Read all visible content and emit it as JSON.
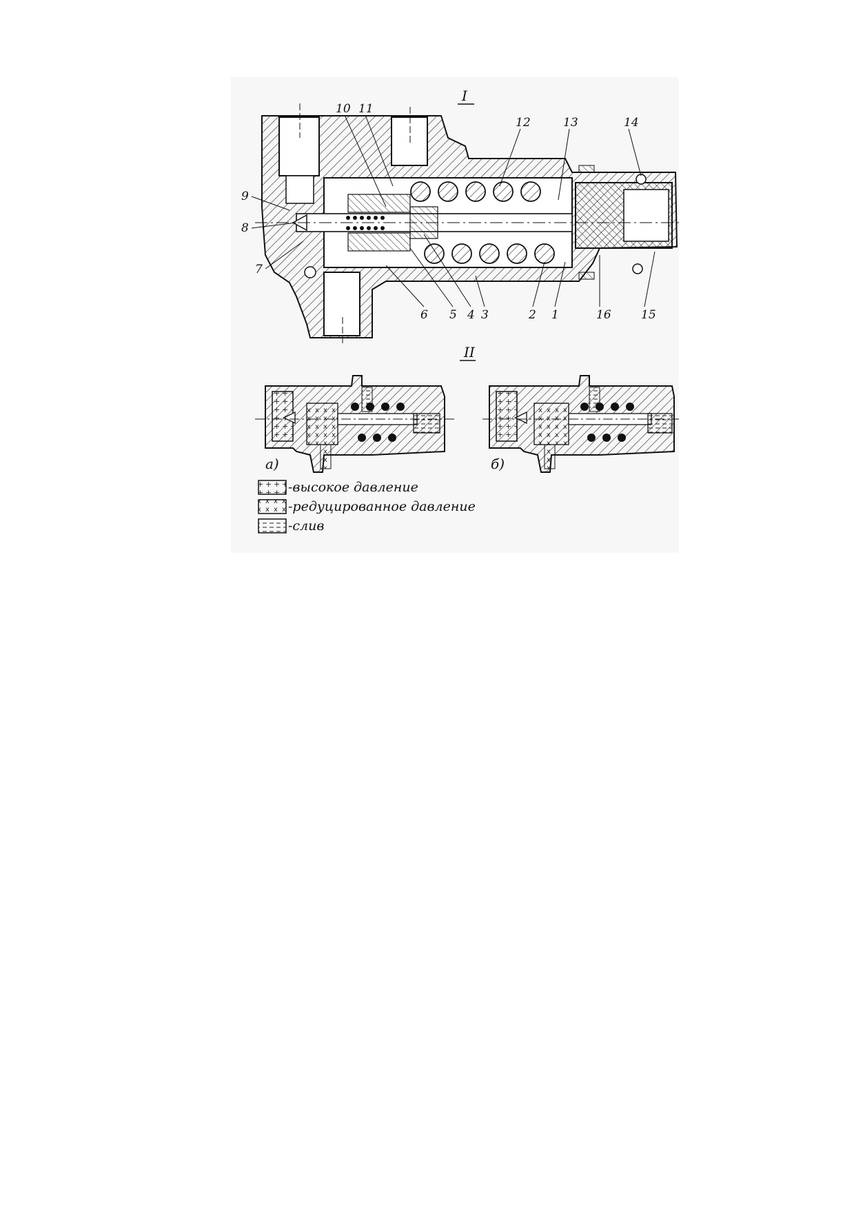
{
  "section_titles": {
    "one": "I",
    "two": "II"
  },
  "part_numbers": [
    "1",
    "2",
    "3",
    "4",
    "5",
    "6",
    "7",
    "8",
    "9",
    "10",
    "11",
    "12",
    "13",
    "14",
    "15",
    "16"
  ],
  "subfigure_labels": {
    "a": "а)",
    "b": "б)"
  },
  "legend": {
    "high_pressure": "-высокое давление",
    "reduced_pressure": "-редуцированное давление",
    "drain": "-слив"
  },
  "colors": {
    "ink": "#1a1a1a",
    "paper": "#ffffff",
    "scan_frame": "#f4f4f4"
  }
}
